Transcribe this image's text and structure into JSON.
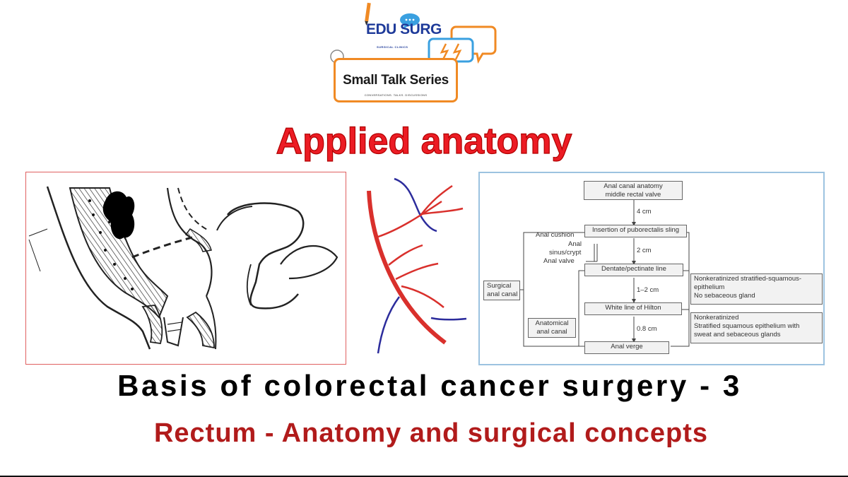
{
  "logo": {
    "brand": "EDU SURG",
    "brand_sub": "SURGICAL CLINICS",
    "series": "Small Talk Series",
    "tagline": "CONVERSATIONS. TALKS. DISCUSSIONS"
  },
  "title": "Applied anatomy",
  "flowchart": {
    "boxes": {
      "top_line1": "Anal canal anatomy",
      "top_line2": "middle rectal valve",
      "puborectalis": "Insertion of puborectalis sling",
      "dentate": "Dentate/pectinate line",
      "hilton": "White line of Hilton",
      "verge": "Anal verge"
    },
    "distances": {
      "d1": "4 cm",
      "d2": "2 cm",
      "d3": "1–2 cm",
      "d4": "0.8 cm"
    },
    "labels": {
      "anal_cushion": "Anal cushion",
      "anal": "Anal",
      "sinus_crypt": "sinus/crypt",
      "anal_valve": "Anal valve",
      "surgical_line1": "Surgical",
      "surgical_line2": "anal canal",
      "anatomical_line1": "Anatomical",
      "anatomical_line2": "anal canal"
    },
    "notes": {
      "upper_line1": "Nonkeratinized stratified-squamous-",
      "upper_line2": "epithelium",
      "upper_line3": "No sebaceous gland",
      "lower_line1": "Nonkeratinized",
      "lower_line2": "Stratified squamous epithelium with",
      "lower_line3": "sweat and sebaceous glands"
    }
  },
  "subtitle": "Basis of colorectal cancer surgery - 3",
  "subsubtitle": "Rectum - Anatomy and surgical concepts",
  "colors": {
    "title_red": "#ec1c24",
    "subsubtitle_red": "#b11b1b",
    "vessel_red": "#d9302c",
    "vessel_blue": "#2c2c9c",
    "logo_orange": "#f08a24",
    "logo_blue": "#1f3b9a",
    "speech_blue": "#3aa0e0"
  }
}
